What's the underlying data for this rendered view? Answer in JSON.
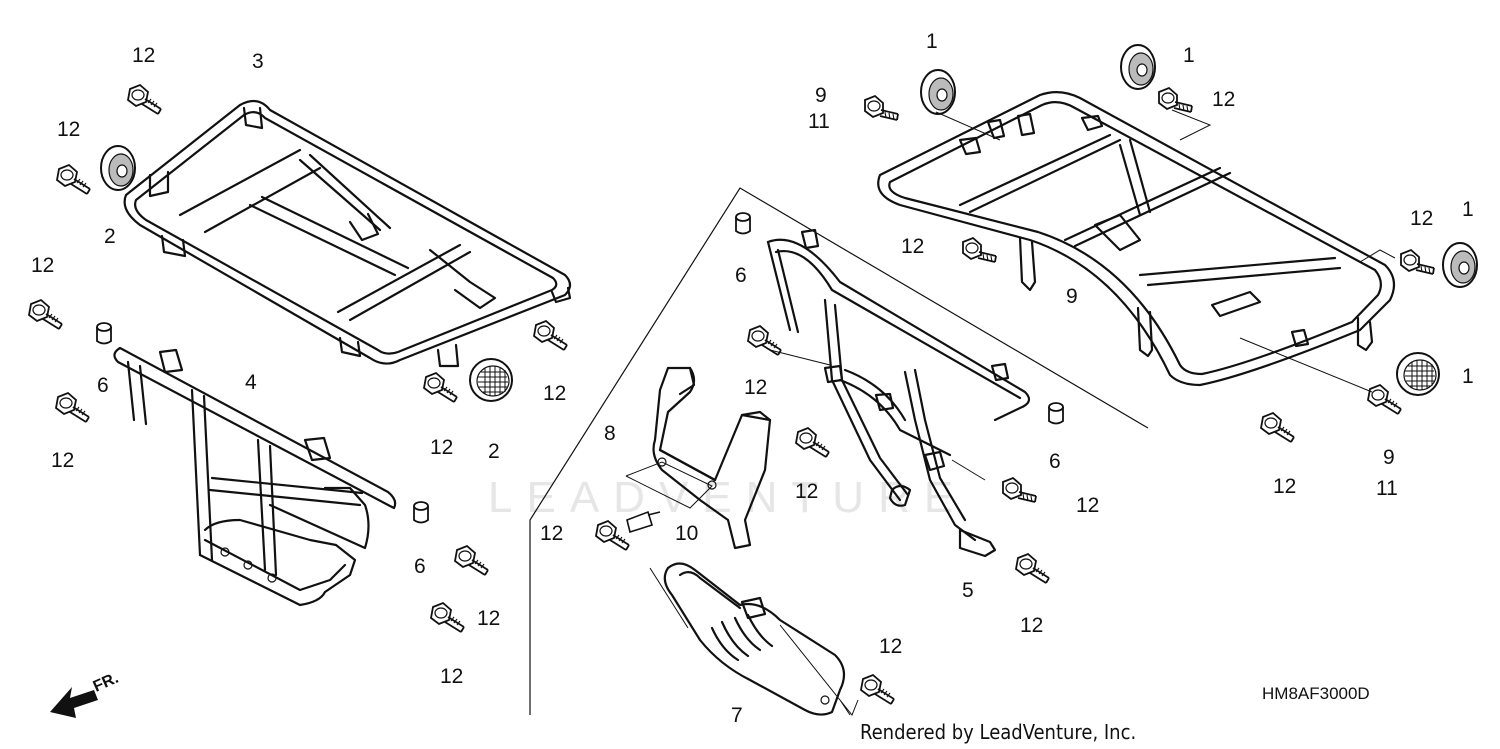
{
  "diagram": {
    "diagram_code": "HM8AF3000D",
    "credit": "Rendered by LeadVenture, Inc.",
    "watermark": "LEADVENTURE",
    "front_indicator": "FR.",
    "labels": [
      {
        "id": "l1",
        "text": "12"
      },
      {
        "id": "l2",
        "text": "3"
      },
      {
        "id": "l3",
        "text": "12"
      },
      {
        "id": "l4",
        "text": "2"
      },
      {
        "id": "l5",
        "text": "12"
      },
      {
        "id": "l6",
        "text": "6"
      },
      {
        "id": "l7",
        "text": "4"
      },
      {
        "id": "l8",
        "text": "12"
      },
      {
        "id": "l9",
        "text": "12"
      },
      {
        "id": "l10",
        "text": "12"
      },
      {
        "id": "l11",
        "text": "2"
      },
      {
        "id": "l12",
        "text": "6"
      },
      {
        "id": "l13",
        "text": "12"
      },
      {
        "id": "l14",
        "text": "12"
      },
      {
        "id": "l15",
        "text": "1"
      },
      {
        "id": "l16",
        "text": "9"
      },
      {
        "id": "l17",
        "text": "11"
      },
      {
        "id": "l18",
        "text": "1"
      },
      {
        "id": "l19",
        "text": "12"
      },
      {
        "id": "l20",
        "text": "12"
      },
      {
        "id": "l21",
        "text": "9"
      },
      {
        "id": "l22",
        "text": "12"
      },
      {
        "id": "l23",
        "text": "1"
      },
      {
        "id": "l24",
        "text": "1"
      },
      {
        "id": "l25",
        "text": "9"
      },
      {
        "id": "l26",
        "text": "11"
      },
      {
        "id": "l27",
        "text": "12"
      },
      {
        "id": "l28",
        "text": "6"
      },
      {
        "id": "l29",
        "text": "12"
      },
      {
        "id": "l30",
        "text": "8"
      },
      {
        "id": "l31",
        "text": "6"
      },
      {
        "id": "l32",
        "text": "12"
      },
      {
        "id": "l33",
        "text": "12"
      },
      {
        "id": "l34",
        "text": "10"
      },
      {
        "id": "l35",
        "text": "12"
      },
      {
        "id": "l36",
        "text": "5"
      },
      {
        "id": "l37",
        "text": "12"
      },
      {
        "id": "l38",
        "text": "12"
      },
      {
        "id": "l39",
        "text": "7"
      }
    ]
  }
}
